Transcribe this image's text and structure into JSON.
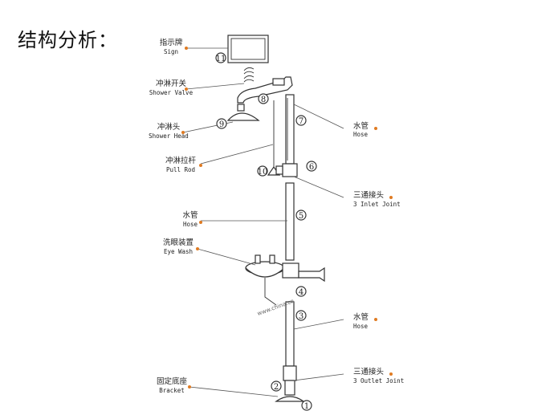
{
  "title": "结构分析：",
  "watermark": "www.china.cn",
  "colors": {
    "dot": "#e07b22",
    "line": "#555555"
  },
  "labels": [
    {
      "id": "sign",
      "cn": "指示牌",
      "en": "Sign"
    },
    {
      "id": "shower_valve",
      "cn": "冲淋开关",
      "en": "Shower Valve"
    },
    {
      "id": "shower_head",
      "cn": "冲淋头",
      "en": "Shower Head"
    },
    {
      "id": "pull_rod",
      "cn": "冲淋拉杆",
      "en": "Pull Rod"
    },
    {
      "id": "hose_left",
      "cn": "水管",
      "en": "Hose"
    },
    {
      "id": "eye_wash",
      "cn": "洗眼装置",
      "en": "Eye Wash"
    },
    {
      "id": "bracket",
      "cn": "固定底座",
      "en": "Bracket"
    },
    {
      "id": "hose_top",
      "cn": "水管",
      "en": "Hose"
    },
    {
      "id": "inlet_joint",
      "cn": "三通接头",
      "en": "3 Inlet Joint"
    },
    {
      "id": "hose_bottom",
      "cn": "水管",
      "en": "Hose"
    },
    {
      "id": "outlet_joint",
      "cn": "三通接头",
      "en": "3 Outlet Joint"
    }
  ],
  "numbers": [
    "1",
    "2",
    "3",
    "4",
    "5",
    "6",
    "7",
    "8",
    "9",
    "10",
    "11"
  ]
}
